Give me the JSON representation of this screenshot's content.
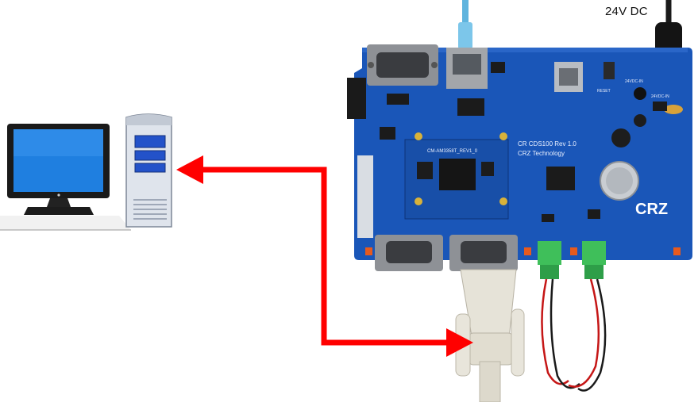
{
  "power": {
    "label": "24V DC"
  },
  "board": {
    "model_text": "CR CDS100 Rev 1.0",
    "maker_text": "CRZ Technology",
    "module_text": "CM-AM3358T_REV1_0",
    "logo_text": "CRZ",
    "reset_text": "RESET",
    "vdc_text": "24VDC-IN",
    "vdc2_text": "24VDC-IN"
  },
  "colors": {
    "arrow": "#ff0000",
    "board": "#1a56b8",
    "monitor_screen": "#1f7fe0",
    "tower": "#dfe4ec",
    "terminal": "#3fbf5a"
  },
  "icons": {
    "computer": "desktop-computer-icon",
    "monitor": "monitor-icon",
    "tower": "pc-tower-icon"
  }
}
